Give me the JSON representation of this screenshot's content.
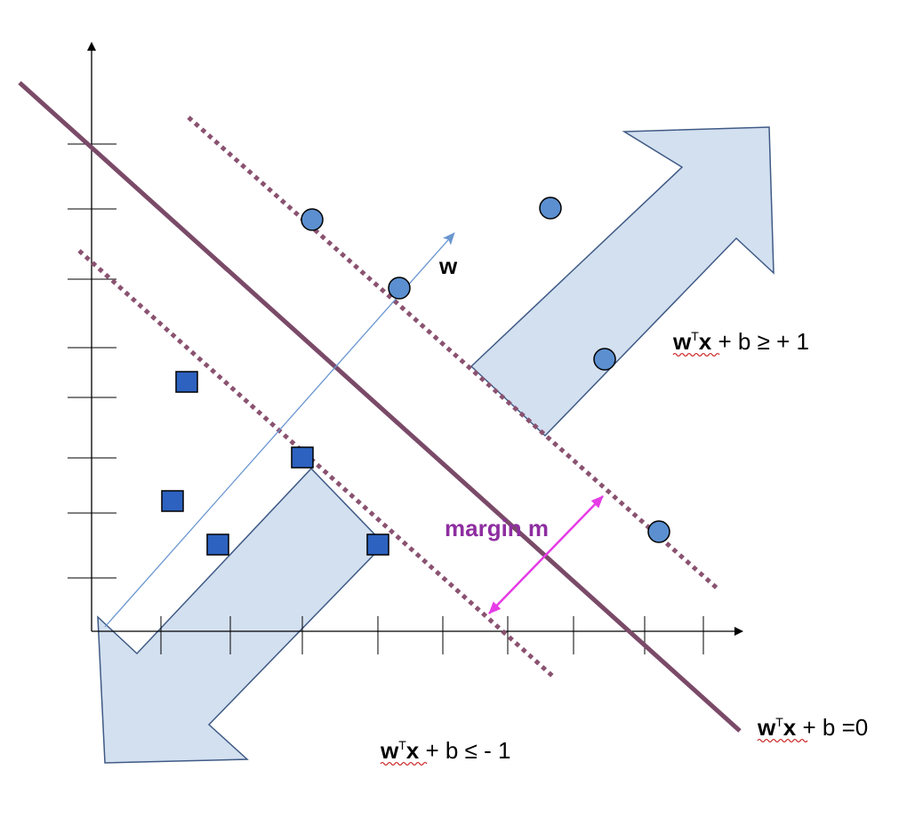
{
  "diagram": {
    "labels": {
      "w_vector": "w",
      "margin": "margin m",
      "positive_eq": {
        "w": "w",
        "t": "T",
        "x": "x",
        "rest": " + b ≥ + 1"
      },
      "negative_eq": {
        "w": "w",
        "t": "T",
        "x": "x",
        "rest": " + b ≤ - 1"
      },
      "boundary_eq": {
        "w": "w",
        "t": "T",
        "x": "x",
        "rest": " + b =0"
      }
    },
    "colors": {
      "hyperplane": "#7a4a68",
      "margin_lines": "#8a5270",
      "positive_point": "#5b8fd0",
      "negative_point": "#2d62c0",
      "arrow_fill": "#d3e0f0",
      "arrow_stroke": "#3f5a85",
      "w_vector": "#6a96d0",
      "margin_arrow": "#e63ce6",
      "margin_text": "#8e2ea0"
    }
  }
}
